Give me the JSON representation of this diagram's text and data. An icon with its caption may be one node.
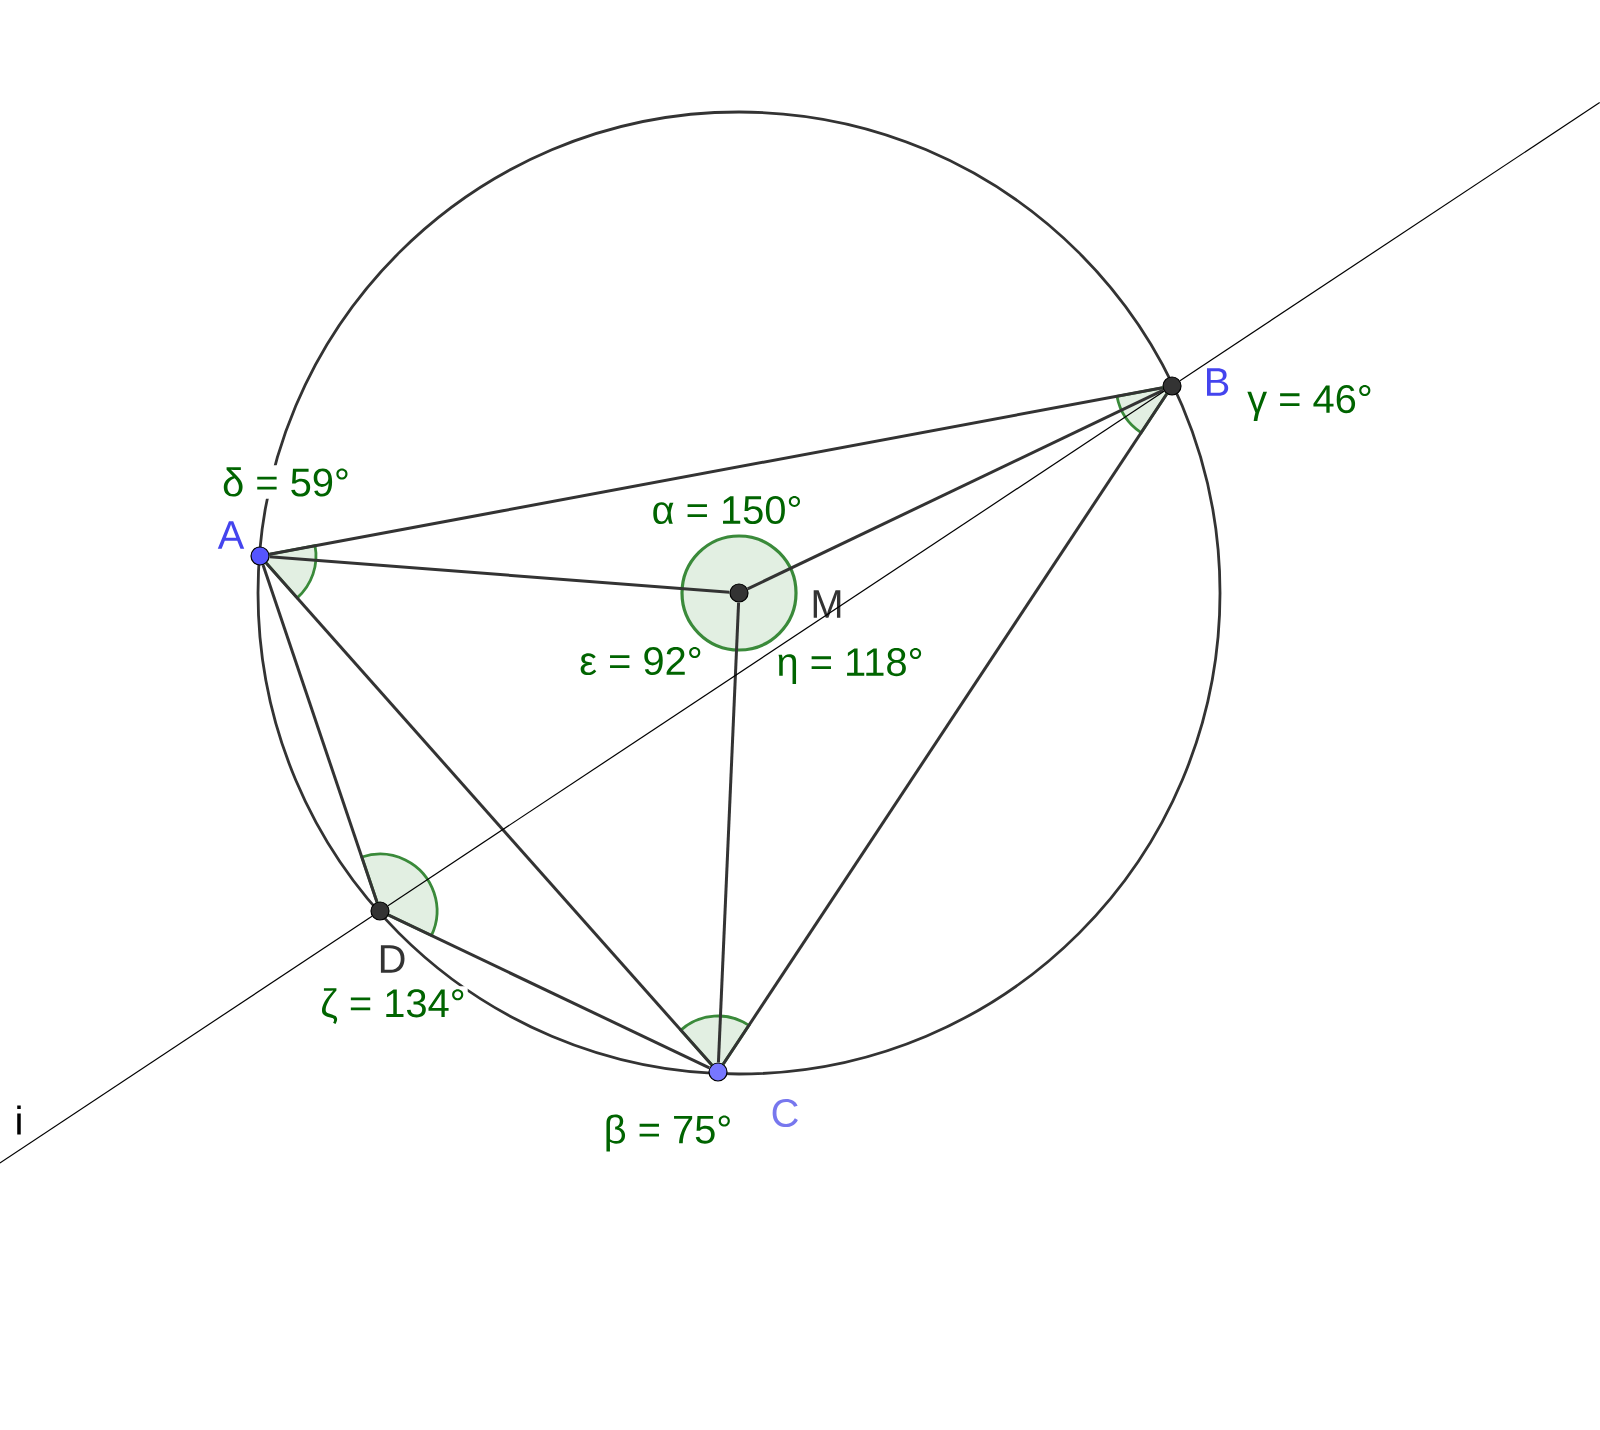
{
  "diagram": {
    "nodes": [
      {
        "text": [
          "A"
        ],
        "beside": [
          "δ = 59°"
        ]
      },
      {
        "text": [
          "B"
        ],
        "beside": [
          "γ = 46°"
        ]
      },
      {
        "text": [
          "M"
        ],
        "beside": [
          "α = 150°",
          "ε = 92°",
          "η = 118°"
        ]
      },
      {
        "text": [
          "D"
        ],
        "beside": [
          "ζ = 134°"
        ]
      },
      {
        "text": [
          "C"
        ],
        "beside": [
          "β = 75°"
        ]
      }
    ],
    "edges": [
      {
        "from": 0,
        "to": 1,
        "arrow": "none"
      },
      {
        "from": 0,
        "to": 2,
        "arrow": "none"
      },
      {
        "from": 2,
        "to": 1,
        "arrow": "none"
      },
      {
        "from": 0,
        "to": 3,
        "arrow": "none"
      },
      {
        "from": 0,
        "to": 4,
        "arrow": "none"
      },
      {
        "from": 2,
        "to": 4,
        "arrow": "none"
      },
      {
        "from": 1,
        "to": 4,
        "arrow": "none"
      },
      {
        "from": 3,
        "to": 4,
        "arrow": "none"
      },
      {
        "from": 3,
        "to": 1,
        "arrow": "none",
        "color": "#000000"
      }
    ],
    "labels": [
      "i"
    ]
  }
}
